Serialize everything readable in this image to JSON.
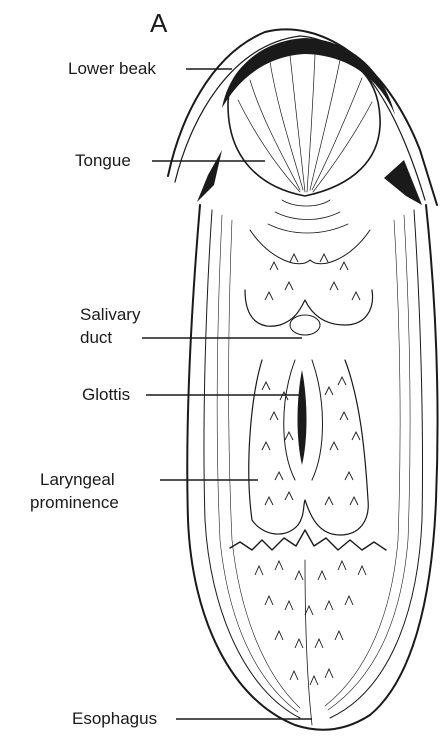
{
  "figure": {
    "panel_letter": "A",
    "labels": {
      "lower_beak": "Lower beak",
      "tongue": "Tongue",
      "salivary_duct_line1": "Salivary",
      "salivary_duct_line2": "duct",
      "glottis": "Glottis",
      "laryngeal_line1": "Laryngeal",
      "laryngeal_line2": "prominence",
      "esophagus": "Esophagus"
    }
  }
}
